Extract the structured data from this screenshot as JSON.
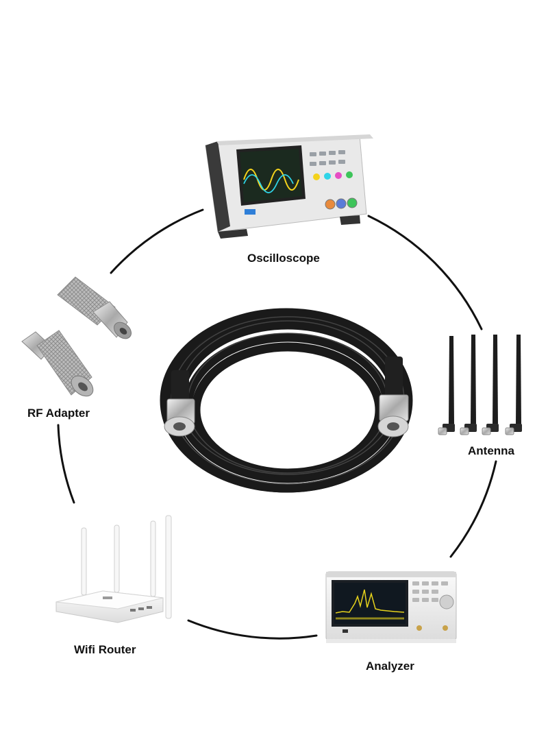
{
  "labels": {
    "oscilloscope": "Oscilloscope",
    "rf_adapter": "RF Adapter",
    "antenna": "Antenna",
    "wifi_router": "Wifi Router",
    "analyzer": "Analyzer"
  },
  "colors": {
    "connector_line": "#111111",
    "cable": "#1a1a1a",
    "metal": "#c9c9c9",
    "device_body": "#f2f2f2",
    "screen": "#1b2a1f"
  },
  "oscilloscope_brand": "",
  "analyzer_brand": ""
}
